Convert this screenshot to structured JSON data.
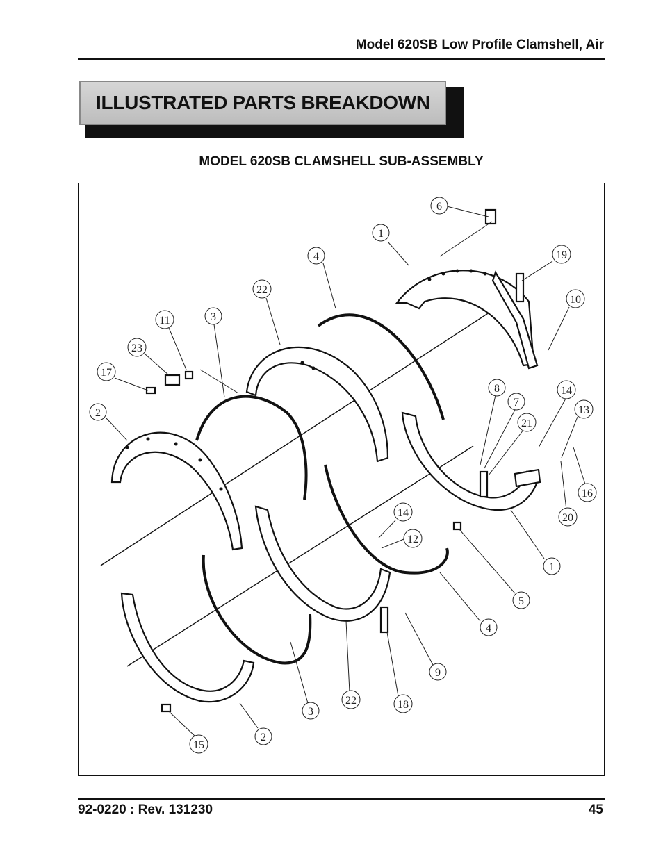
{
  "header": {
    "title": "Model 620SB Low Profile Clamshell, Air"
  },
  "banner": {
    "title": "ILLUSTRATED PARTS BREAKDOWN"
  },
  "diagram": {
    "title": "MODEL 620SB CLAMSHELL SUB-ASSEMBLY",
    "callouts": [
      "6",
      "1",
      "4",
      "19",
      "22",
      "10",
      "11",
      "3",
      "23",
      "17",
      "2",
      "8",
      "7",
      "14",
      "13",
      "21",
      "16",
      "20",
      "14",
      "12",
      "1",
      "5",
      "4",
      "9",
      "22",
      "18",
      "3",
      "2",
      "15"
    ]
  },
  "footer": {
    "doc_number": "92-0220 : Rev. 131230",
    "page_number": "45"
  }
}
